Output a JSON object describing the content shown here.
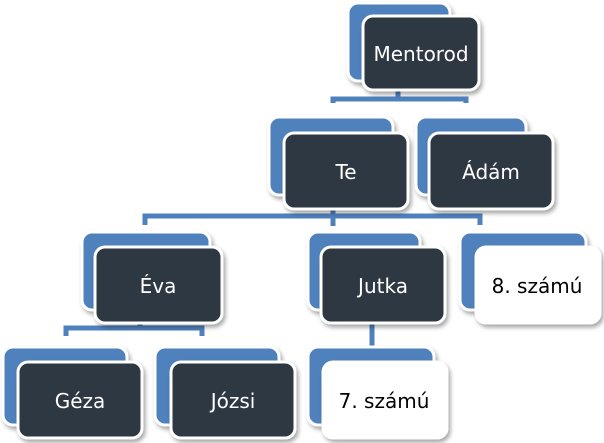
{
  "diagram": {
    "colors": {
      "back_fill": "#4F81BD",
      "back_stroke": "#ffffff",
      "front_dark": "#2F3742",
      "front_light": "#ffffff",
      "text_dark_node": "#ffffff",
      "text_light_node": "#000000",
      "connector": "#4F81BD"
    },
    "nodes": {
      "mentorod": "Mentorod",
      "te": "Te",
      "adam": "Ádám",
      "eva": "Éva",
      "jutka": "Jutka",
      "szamu8": "8. számú",
      "geza": "Géza",
      "jozsi": "Józsi",
      "szamu7": "7. számú"
    }
  }
}
